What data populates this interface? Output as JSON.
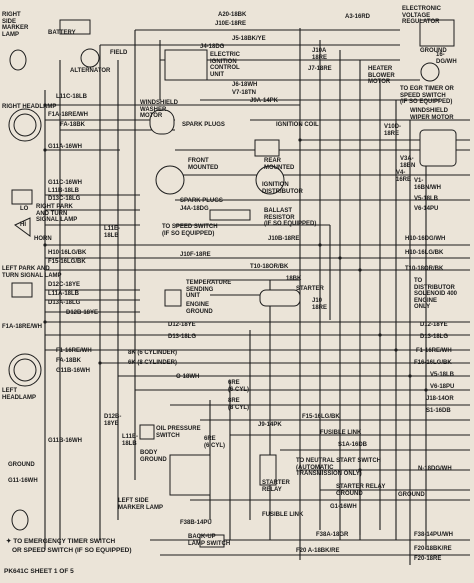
{
  "labels": {
    "right_marker": "RIGHT\nSIDE\nMARKER\nLAMP",
    "battery": "BATTERY",
    "alternator": "ALTERNATOR",
    "field": "FIELD",
    "a20": "A20-18BK",
    "j10e": "J10E-18RE",
    "a3": "A3-16RD",
    "evr": "ELECTRONIC\nVOLTAGE\nREGULATOR",
    "ground_tr": "GROUND",
    "j5": "J5-18BK/YE",
    "j4": "J4-18DG",
    "eic": "ELECTRIC\nIGNITION\nCONTROL\nUNIT",
    "j10a": "J10A\n18RE",
    "j7": "J7-18RE",
    "dg_wh": "16-\nDG/WH",
    "l11c": "L11C-18LB",
    "j6": "J6-18WH",
    "v7": "V7-18TN",
    "heater_blower": "HEATER\nBLOWER\nMOTOR",
    "to_egr": "TO EGR TIMER OR\nSPEED SWITCH\n(IF SO EQUIPPED)",
    "right_headlamp": "RIGHT HEADLAMP",
    "f1a": "F1A-18RE/WH",
    "fa18": "FA-18BK",
    "washer": "WINDSHIELD\nWASHER\nMOTOR",
    "j9a": "J9A-14PK",
    "spark_plugs_top": "SPARK PLUGS",
    "ign_coil": "IGNITION COIL",
    "wiper_motor": "WINDSHIELD\nWIPER MOTOR",
    "g11a": "G11A-16WH",
    "v10d": "V10D-\n18RE",
    "front_mounted": "FRONT\nMOUNTED",
    "rear_mounted": "REAR\nMOUNTED",
    "v3a": "V3A-\n18BN",
    "g11c": "G11C-16WH",
    "l11b": "L11B-18LB",
    "d13c": "D13C-18LG",
    "ign_dist": "IGNITION\nDISTRIBUTOR",
    "v4_16": "V4-\n16RE",
    "v1": "V1-\n16BN/WH",
    "right_park": "RIGHT PARK\nAND TURN\nSIGNAL LAMP",
    "spark_plugs_mid": "SPARK PLUGS",
    "j4a": "J4A-18DG",
    "v5": "V5-18LB",
    "v6": "V6-14PU",
    "lo": "LO",
    "hi": "HI",
    "ballast": "BALLAST\nRESISTOR\n(IF SO EQUIPPED)",
    "to_speed_sw": "TO SPEED SWITCH\n(IF SO EQUIPPED)",
    "l11e": "L11E-\n18LB",
    "horn": "HORN",
    "j10b": "J10B-18RE",
    "j10f": "J10F-18RE",
    "h10": "H10-16LG/BK",
    "h10d": "H10-16DG/WH",
    "f15": "F15-16LG/BK",
    "t10": "T10-18OR/BK",
    "t10r": "T10-18OR/BK",
    "left_park": "LEFT PARK AND\nTURN SIGNAL LAMP",
    "d12c": "D12C-18YE",
    "l11a": "L11A-18LB",
    "d13a": "D13A-18LG",
    "g11b_top": "G11B-16WH",
    "temp_unit": "TEMPERATURE\nSENDING\nUNIT",
    "eng_ground": "ENGINE\nGROUND",
    "bk18": "18BK",
    "starter": "STARTER",
    "j10_12": "J10\n18RE",
    "to_dist_sol": "TO\nDISTRIBUTOR\nSOLENOID 400\nENGINE\nONLY",
    "f1a_left": "F1A-18RE/WH",
    "d12b": "D12B-18YE",
    "d12": "D12-18YE",
    "d13": "D13-18LG",
    "d13r": "D13-18LG",
    "f1_left": "F1-16RE/WH",
    "fa_left": "FA-18BK",
    "d12r": "D12-18YE",
    "f1r": "F1-16RE/WH",
    "f16r": "F16-16LG/BK",
    "bk6": "8K (6 CYLINDER)",
    "bk8": "6K (8 CYLINDER)",
    "o18": "O-18WH",
    "cyl6": "6RE\n(6 CYL)",
    "cyl8": "8RE\n(8 CYL)",
    "g11b": "G11B-16WH",
    "left_headlamp": "LEFT\nHEADLAMP",
    "d12b_low": "D12B-\n18YE",
    "oil_press": "OIL PRESSURE\nSWITCH",
    "s6cyl": "6RE\n(6 CYL)",
    "f15_low": "F15-16LG/BK",
    "j9": "J9-14PK",
    "fusible": "FUSIBLE LINK",
    "s51a": "S1A-16DB",
    "l11e2": "L11E-\n18LB",
    "body_ground": "BODY\nGROUND",
    "rel": "RELAY",
    "to_neutral": "TO NEUTRAL START SWITCH\n(AUTOMATIC\nTRANSMISSION ONLY)",
    "n18dg": "N-18DG/WH",
    "g11_16": "G11-16WH",
    "v5r": "V5-18LB",
    "v6r": "V6-18PU",
    "j18": "J18-14OR",
    "s1_16": "S1-16DB",
    "starter_relay": "STARTER\nRELAY",
    "starter_relay_ground": "STARTER RELAY\nGROUND",
    "ground_br": "GROUND",
    "left_marker": "LEFT SIDE\nMARKER LAMP",
    "fusible2": "FUSIBLE LINK",
    "g1": "G1-16WH",
    "f38b": "F38B-14PU",
    "f38a": "F38A-18GR",
    "f38": "F38-14PU/WH",
    "backup": "BACK-UP\nLAMP SWITCH",
    "f20a": "F20 A-18BK/RE",
    "f20": "F20-18BK/RE",
    "f20_18": "F20-18RE",
    "footnote1": "✦ TO EMERGENCY TIMER SWITCH",
    "footnote2": "OR SPEED SWITCH (IF SO EQUIPPED)",
    "sheet": "PK641C SHEET 1 OF 5"
  }
}
